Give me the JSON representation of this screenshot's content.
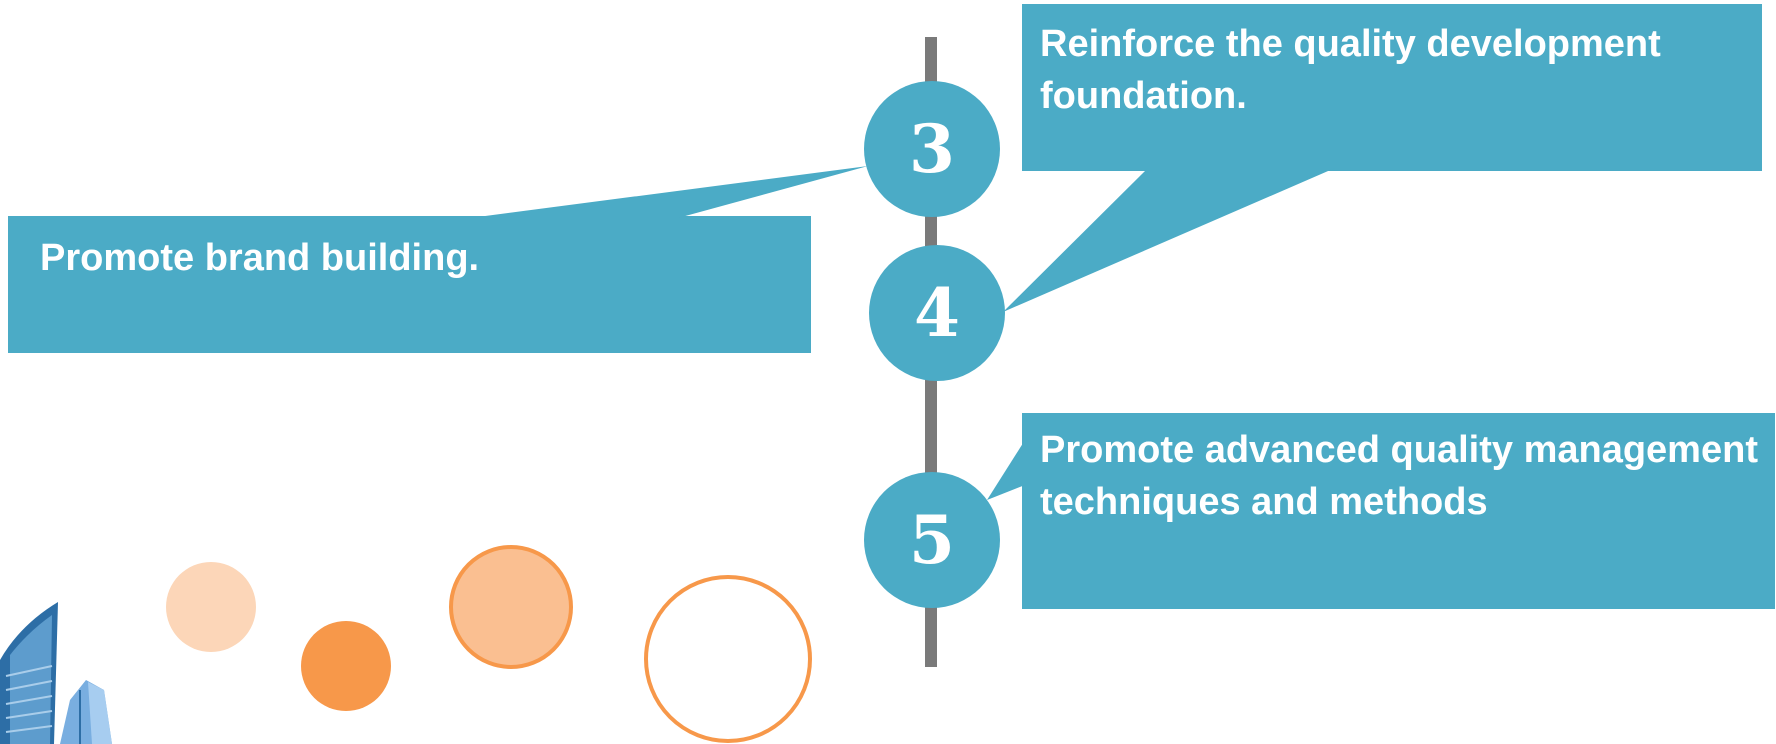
{
  "colors": {
    "teal": "#4babc6",
    "spine": "#7a7a7a",
    "orange": "#f7984a",
    "orange_light": "#fcd6b8",
    "orange_mid": "#fabf91",
    "building_blue": "#2d6ea6"
  },
  "steps": [
    {
      "number": "3",
      "text": "Reinforce the quality development foundation."
    },
    {
      "number": "4",
      "text": "Promote brand building."
    },
    {
      "number": "5",
      "text": "Promote advanced quality management techniques and methods"
    }
  ]
}
